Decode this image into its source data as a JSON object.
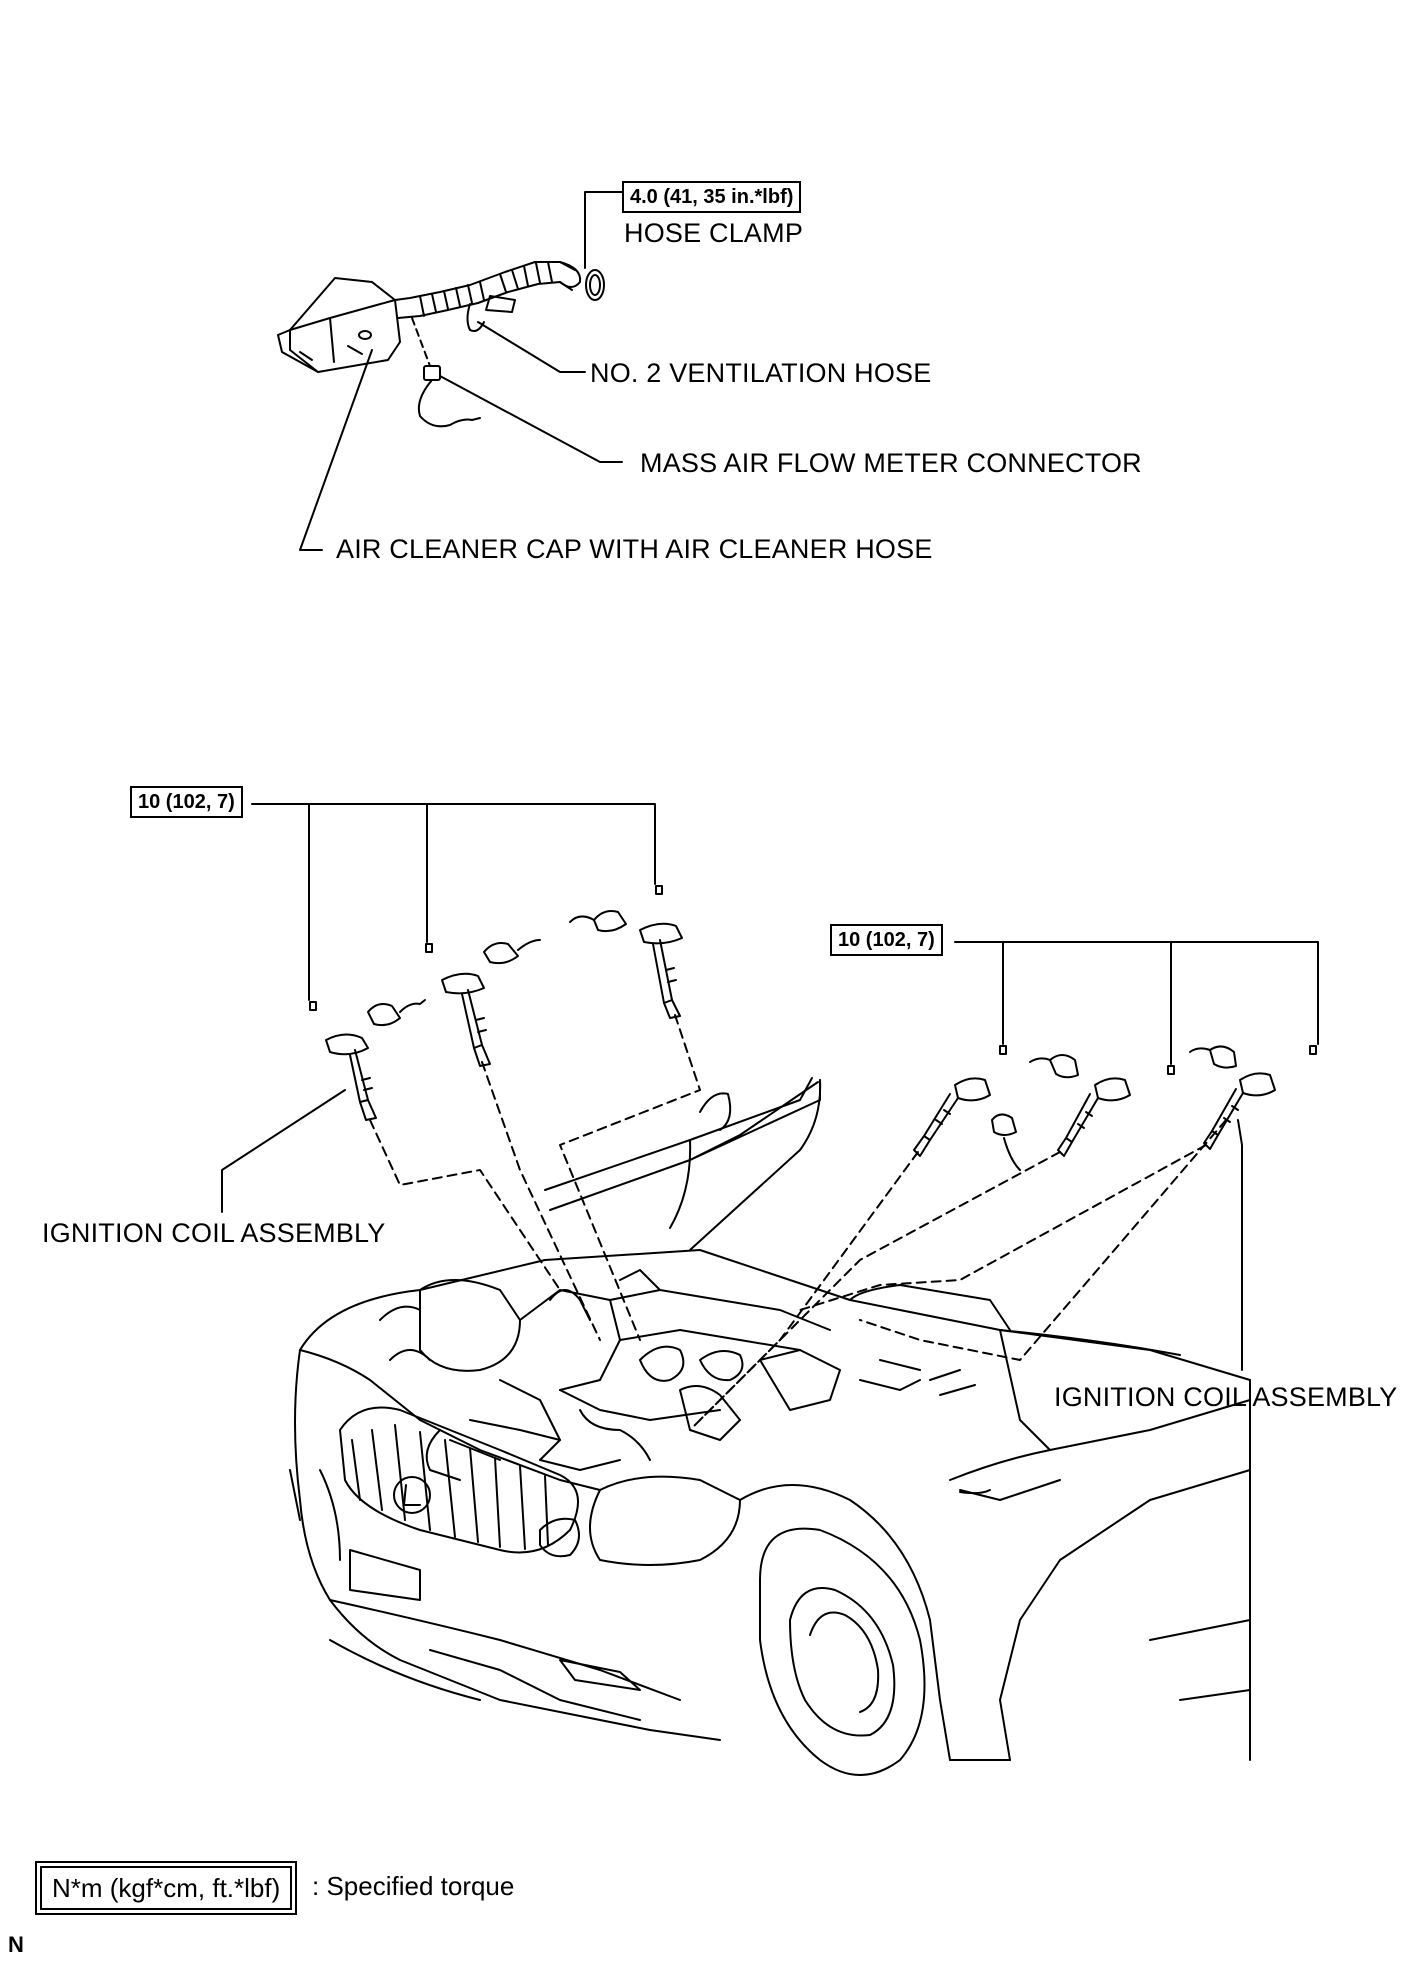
{
  "hose_clamp": {
    "torque": "4.0 (41, 35 in.*lbf)",
    "label": "HOSE CLAMP"
  },
  "labels": {
    "ventilation_hose": "NO. 2 VENTILATION HOSE",
    "maf_connector": "MASS AIR FLOW METER CONNECTOR",
    "air_cleaner_cap": "AIR CLEANER CAP WITH AIR CLEANER HOSE",
    "ignition_coil_left": "IGNITION COIL ASSEMBLY",
    "ignition_coil_right": "IGNITION COIL ASSEMBLY"
  },
  "torque_left": "10 (102, 7)",
  "torque_right": "10 (102, 7)",
  "legend": {
    "unit": "N*m (kgf*cm, ft.*lbf)",
    "description": ": Specified torque"
  },
  "figure_code": "N"
}
